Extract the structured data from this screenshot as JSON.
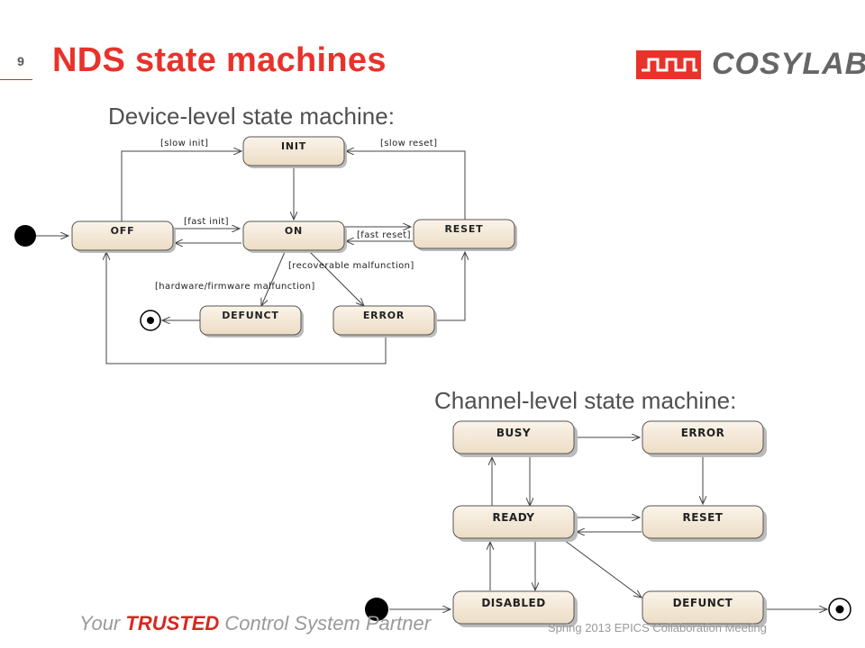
{
  "slide": {
    "number": "9",
    "title": "NDS state machines",
    "logo_text": "COSYLAB",
    "device_heading": "Device-level state machine:",
    "channel_heading": "Channel-level state machine:",
    "footer_prefix": "Your ",
    "footer_trusted": "TRUSTED",
    "footer_suffix": " Control System Partner",
    "footer_meeting": "Spring 2013 EPICS Collaboration Meeting"
  },
  "colors": {
    "accent": "#e8322a",
    "state_fill": "#f4e8d6",
    "text_gray": "#505050"
  },
  "device_machine": {
    "states": {
      "init": "INIT",
      "off": "OFF",
      "on": "ON",
      "reset": "RESET",
      "defunct": "DEFUNCT",
      "error": "ERROR"
    },
    "guards": {
      "slow_init": "[slow init]",
      "slow_reset": "[slow reset]",
      "fast_init": "[fast init]",
      "fast_reset": "[fast reset]",
      "recoverable": "[recoverable malfunction]",
      "hardware": "[hardware/firmware malfunction]"
    }
  },
  "channel_machine": {
    "states": {
      "busy": "BUSY",
      "error": "ERROR",
      "ready": "READY",
      "reset": "RESET",
      "disabled": "DISABLED",
      "defunct": "DEFUNCT"
    }
  }
}
